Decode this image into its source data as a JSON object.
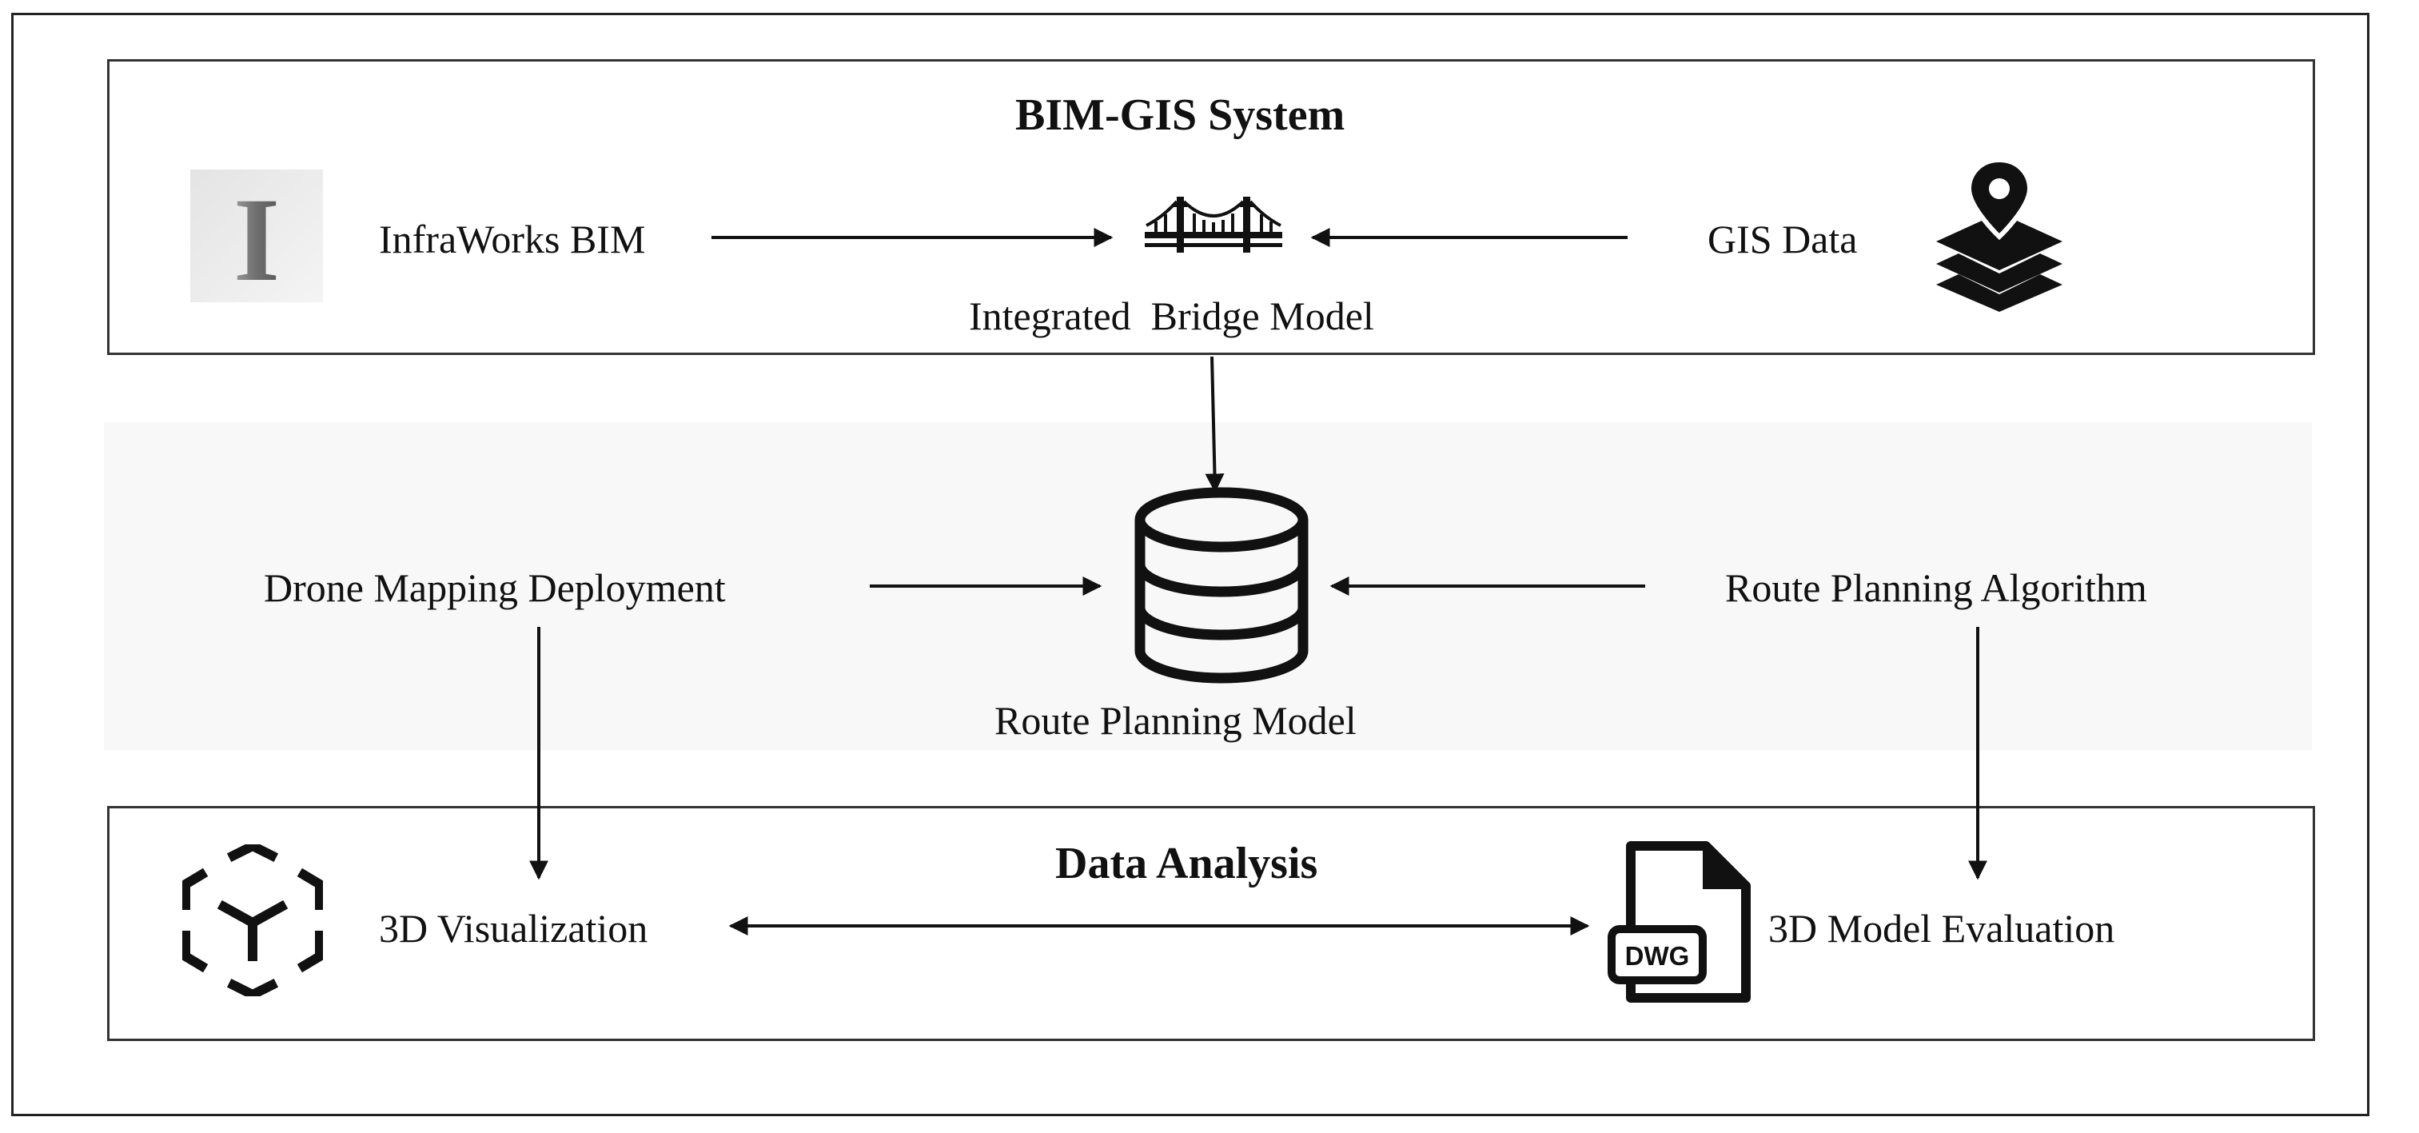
{
  "bim_gis_system": {
    "title": "BIM-GIS System",
    "infraworks_label": "InfraWorks BIM",
    "gis_label": "GIS Data",
    "integrated_label": "Integrated  Bridge Model",
    "infraworks_logo_letter": "I",
    "icons": {
      "infraworks": "infraworks-logo-icon",
      "bridge": "bridge-icon",
      "gis": "map-layers-pin-icon"
    }
  },
  "route_planning": {
    "drone_label": "Drone Mapping Deployment",
    "algorithm_label": "Route Planning Algorithm",
    "model_label": "Route Planning Model",
    "icons": {
      "model": "database-icon"
    }
  },
  "data_analysis": {
    "title": "Data Analysis",
    "visualization_label": "3D Visualization",
    "evaluation_label": "3D Model Evaluation",
    "dwg_badge": "DWG",
    "icons": {
      "visualization": "3d-cube-icon",
      "evaluation": "dwg-file-icon"
    }
  }
}
